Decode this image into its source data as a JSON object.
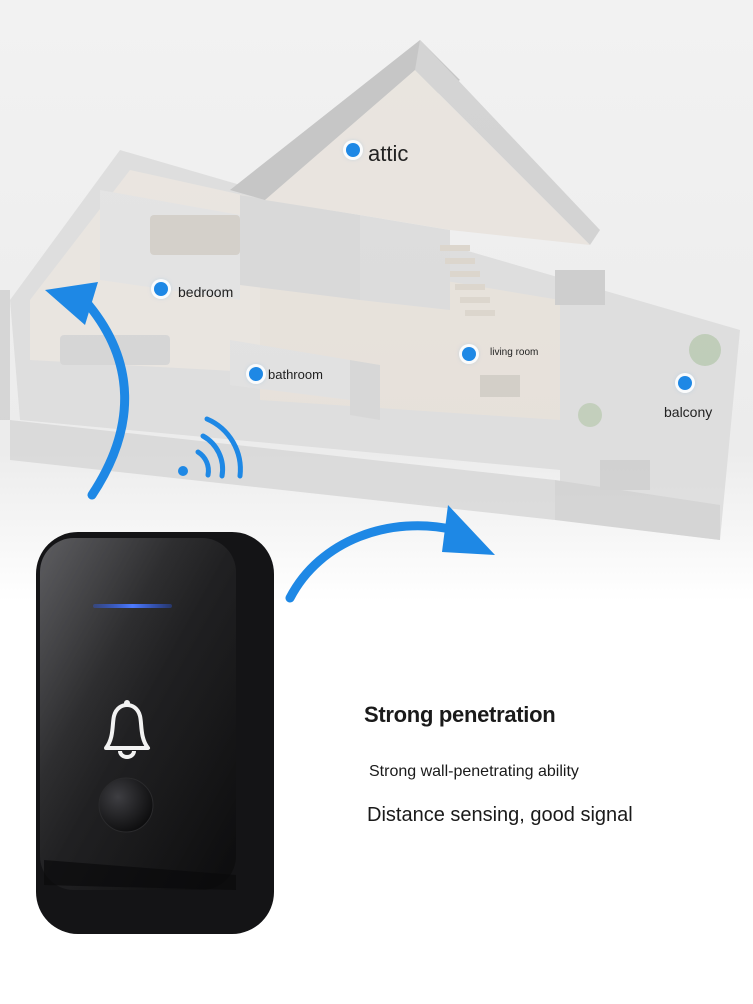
{
  "rooms": {
    "attic": "attic",
    "bedroom": "bedroom",
    "bathroom": "bathroom",
    "living_room": "living room",
    "balcony": "balcony"
  },
  "copy": {
    "title": "Strong penetration",
    "line1": "Strong wall-penetrating ability",
    "line2": "Distance sensing, good signal"
  },
  "colors": {
    "accent_blue": "#1e88e5",
    "device_body": "#1b1b1d",
    "indicator": "#2a5cff"
  },
  "icons": {
    "bell": "bell-icon",
    "wifi": "wifi-signal-icon"
  }
}
